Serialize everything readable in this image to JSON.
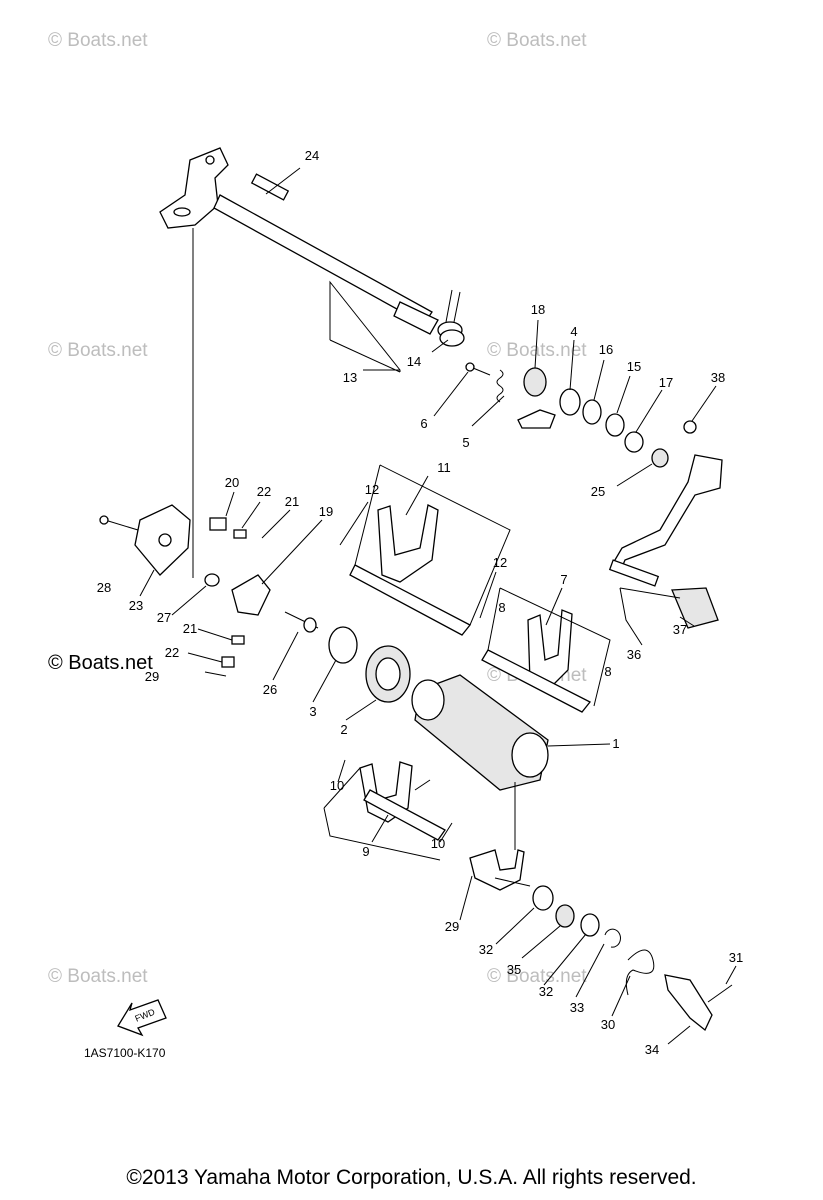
{
  "watermarks": [
    "© Boats.net",
    "© Boats.net",
    "© Boats.net",
    "© Boats.net",
    "© Boats.net",
    "© Boats.net",
    "© Boats.net"
  ],
  "watermark_dark": "© Boats.net",
  "callouts": [
    "24",
    "13",
    "14",
    "18",
    "4",
    "16",
    "15",
    "17",
    "38",
    "6",
    "5",
    "25",
    "11",
    "12",
    "12",
    "20",
    "22",
    "21",
    "19",
    "28",
    "23",
    "27",
    "21",
    "22",
    "29",
    "26",
    "3",
    "2",
    "7",
    "8",
    "8",
    "37",
    "36",
    "1",
    "10",
    "10",
    "9",
    "32",
    "35",
    "32",
    "33",
    "30",
    "31",
    "34",
    "29"
  ],
  "diagram_code": "1AS7100-K170",
  "fwd_label": "FWD",
  "copyright": "©2013 Yamaha Motor Corporation, U.S.A. All rights reserved."
}
